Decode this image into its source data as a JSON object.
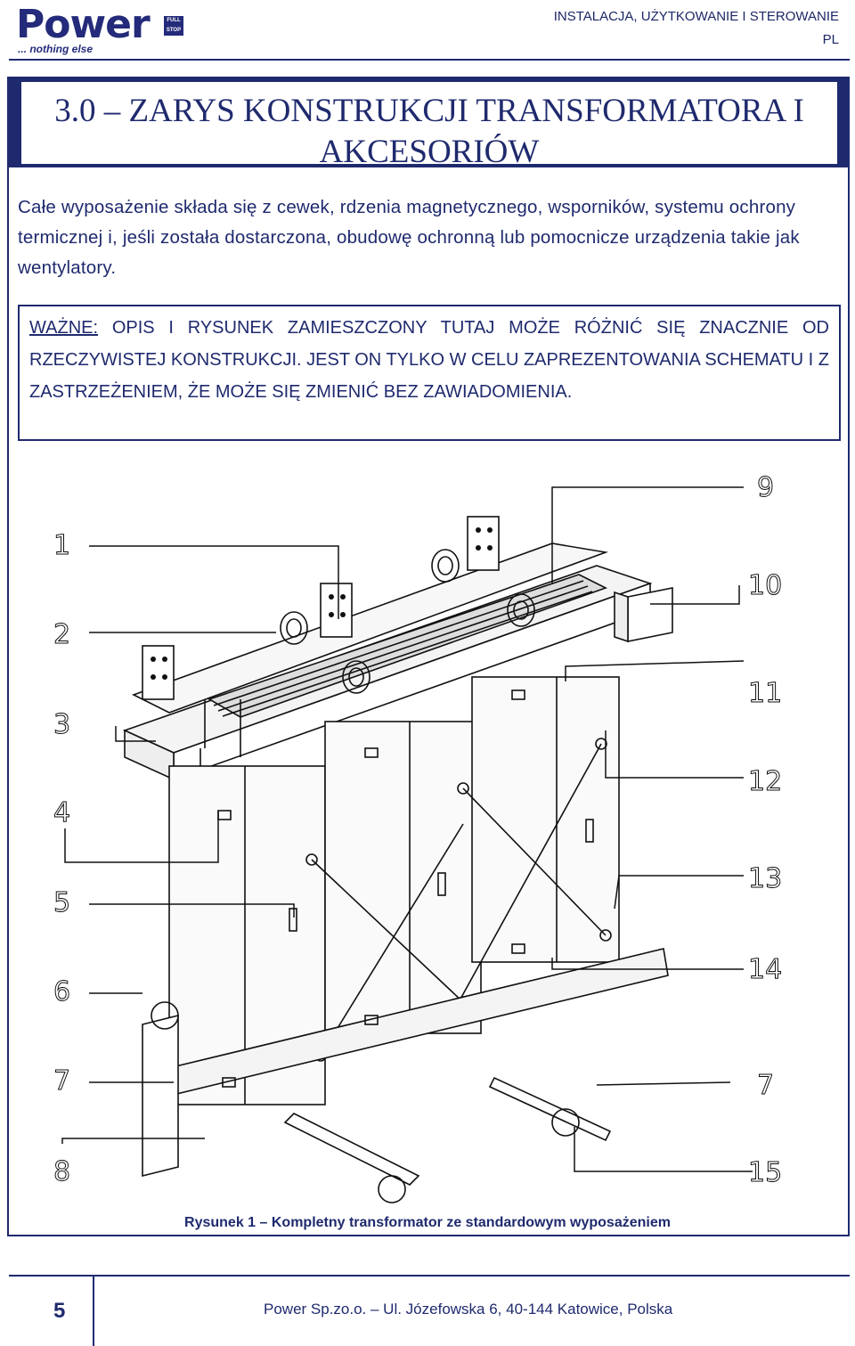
{
  "brand": {
    "name": "Power",
    "badge_line1": "FULL",
    "badge_line2": "STOP",
    "tagline": "... nothing else",
    "color": "#242b7a"
  },
  "header": {
    "section": "INSTALACJA, UŻYTKOWANIE I STEROWANIE",
    "lang": "PL"
  },
  "title": {
    "line1": "3.0 – ZARYS KONSTRUKCJI TRANSFORMATORA I",
    "line2": "AKCESORIÓW"
  },
  "intro": "Całe wyposażenie składa się z cewek, rdzenia magnetycznego, wsporników, systemu ochrony termicznej i, jeśli została dostarczona, obudowę ochronną lub pomocnicze urządzenia takie jak wentylatory.",
  "notice": {
    "label": "WAŻNE:",
    "text": " OPIS I RYSUNEK ZAMIESZCZONY TUTAJ MOŻE RÓŻNIĆ SIĘ ZNACZNIE OD RZECZYWISTEJ KONSTRUKCJI. JEST ON TYLKO W CELU ZAPREZENTOWANIA SCHEMATU I Z ZASTRZEŻENIEM, ŻE MOŻE SIĘ ZMIENIĆ BEZ ZAWIADOMIENIA."
  },
  "callouts": {
    "left": [
      "1",
      "2",
      "3",
      "4",
      "5",
      "6",
      "7",
      "8"
    ],
    "right": [
      "9",
      "10",
      "11",
      "12",
      "13",
      "14",
      "7",
      "15"
    ]
  },
  "caption": "Rysunek 1 – Kompletny transformator ze standardowym wyposażeniem",
  "footer": {
    "page": "5",
    "address": "Power Sp.zo.o. – Ul. Józefowska 6, 40-144 Katowice, Polska"
  },
  "colors": {
    "accent": "#1f2a6e"
  }
}
